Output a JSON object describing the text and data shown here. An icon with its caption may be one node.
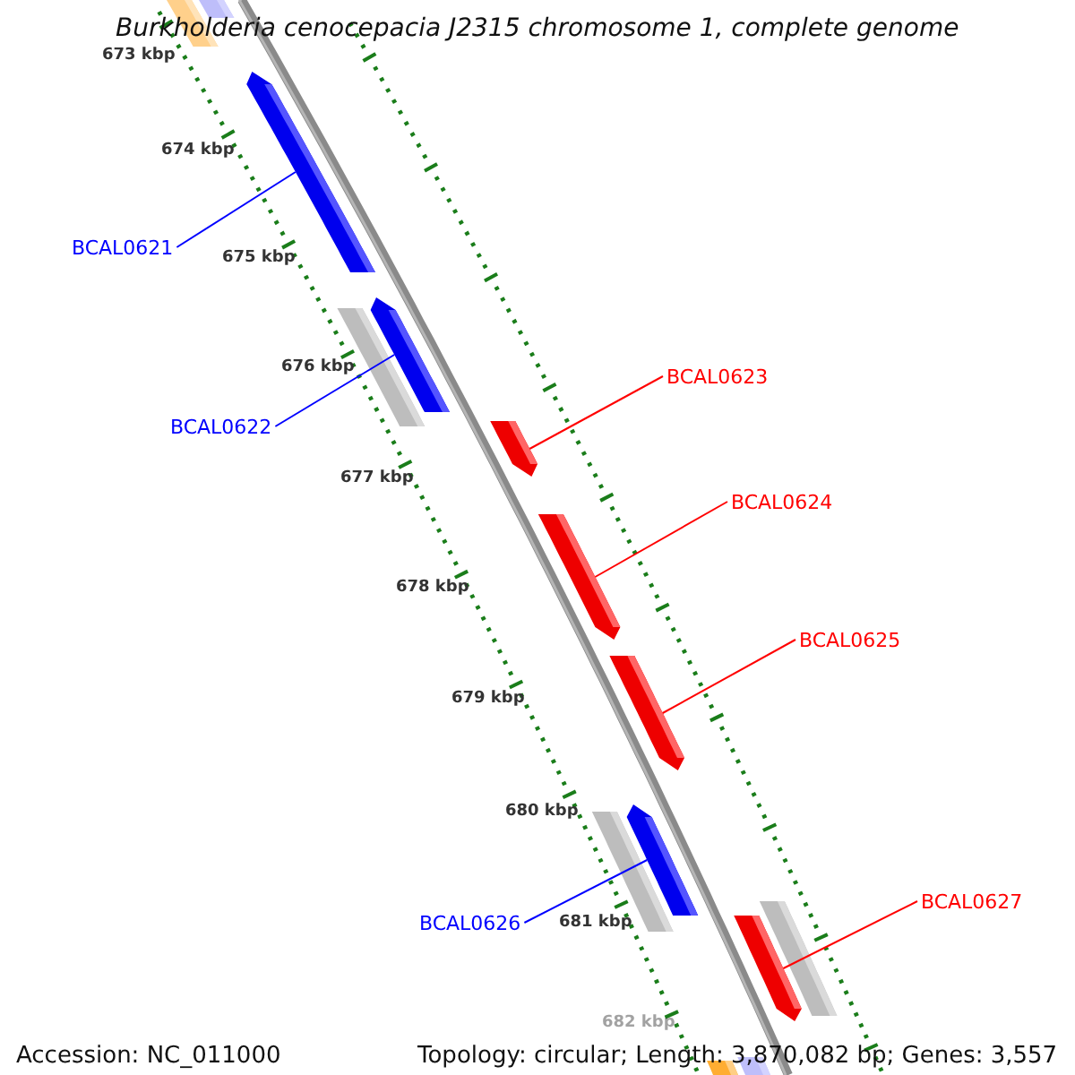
{
  "diagram": {
    "title": "Burkholderia cenocepacia J2315 chromosome 1, complete genome",
    "nodes": [
      {
        "text": [
          "BCAL0621"
        ]
      },
      {
        "text": [
          "BCAL0622"
        ]
      },
      {
        "text": [
          "BCAL0623"
        ]
      },
      {
        "text": [
          "BCAL0624"
        ]
      },
      {
        "text": [
          "BCAL0625"
        ]
      },
      {
        "text": [
          "BCAL0626"
        ]
      },
      {
        "text": [
          "BCAL0627"
        ]
      },
      {
        "text": [],
        "shape": "bar"
      },
      {
        "text": [],
        "shape": "bar"
      },
      {
        "text": [],
        "shape": "bar"
      },
      {
        "text": [],
        "shape": "bar"
      },
      {
        "text": [],
        "shape": "bar"
      },
      {
        "text": [],
        "shape": "bar"
      },
      {
        "text": [],
        "shape": "bar"
      }
    ],
    "edges": [
      {
        "from": 0,
        "to": 7,
        "arrow": "none",
        "color": "#0000ff"
      },
      {
        "from": 1,
        "to": 8,
        "arrow": "none",
        "color": "#0000ff"
      },
      {
        "from": 2,
        "to": 9,
        "arrow": "none"
      },
      {
        "from": 3,
        "to": 10,
        "arrow": "none"
      },
      {
        "from": 4,
        "to": 11,
        "arrow": "none"
      },
      {
        "from": 5,
        "to": 12,
        "arrow": "none",
        "color": "#0000ff"
      },
      {
        "from": 6,
        "to": 13,
        "arrow": "none"
      }
    ],
    "labels": [
      "673 kbp",
      "674 kbp",
      "675 kbp",
      "676 kbp",
      "677 kbp",
      "678 kbp",
      "679 kbp",
      "680 kbp",
      "681 kbp",
      "682 kbp",
      "Accession: NC_011000",
      "Topology: circular; Length: 3,870,082 bp; Genes: 3,557"
    ]
  }
}
